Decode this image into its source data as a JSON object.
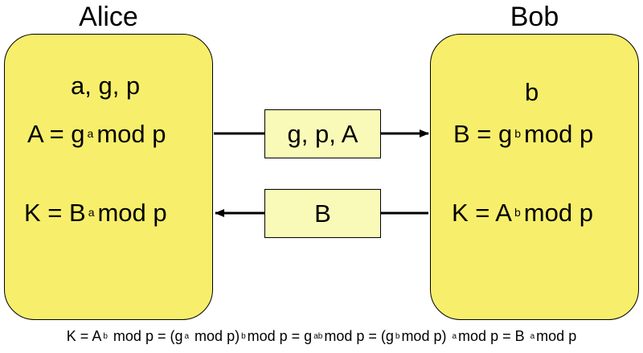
{
  "alice": {
    "name": "Alice",
    "params": "a, g, p",
    "public_key": {
      "pre": "A = g",
      "exp": "a",
      "post": "mod p"
    },
    "shared_key": {
      "pre": "K = B",
      "exp": "a",
      "post": "mod p"
    }
  },
  "bob": {
    "name": "Bob",
    "params": "b",
    "public_key": {
      "pre": "B = g",
      "exp": "b",
      "post": "mod p"
    },
    "shared_key": {
      "pre": "K = A",
      "exp": "b",
      "post": "mod p"
    }
  },
  "messages": {
    "to_bob": "g, p, A",
    "to_alice": "B"
  },
  "footer": {
    "p1": "K = A",
    "e1": "b",
    "p2": "mod p = (g",
    "e2": "a",
    "p3": "mod p)",
    "e3": "b",
    "p4": "mod p = g",
    "e4": "ab",
    "p5": "mod p = (g",
    "e5": "b",
    "p6": "mod p)",
    "e6": "a",
    "p7": "mod p = B",
    "e7": "a",
    "p8": "mod p"
  },
  "colors": {
    "party_box": "#f7ef6b",
    "message_box": "#fafab8"
  }
}
